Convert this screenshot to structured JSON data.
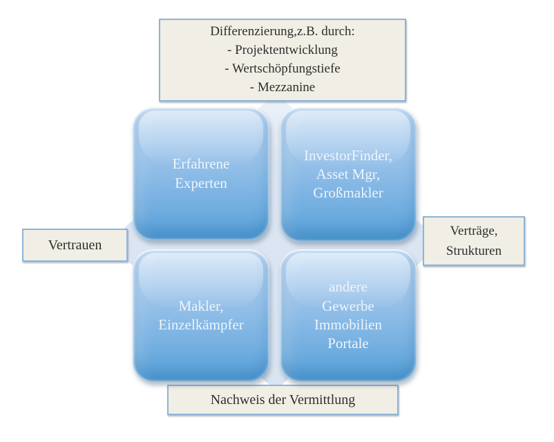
{
  "labels": {
    "top": {
      "lines": [
        "Differenzierung,z.B. durch:",
        "- Projektentwicklung",
        "- Wertschöpfungstiefe",
        "- Mezzanine"
      ]
    },
    "left": {
      "lines": [
        "Vertrauen"
      ]
    },
    "right": {
      "lines": [
        "Verträge,",
        "Strukturen"
      ]
    },
    "bottom": {
      "lines": [
        "Nachweis der Vermittlung"
      ]
    }
  },
  "quadrants": [
    {
      "name": "erfahrene-experten",
      "lines": [
        "Erfahrene",
        "Experten"
      ]
    },
    {
      "name": "investorfinder-asset-mgr-grossmakler",
      "lines": [
        "InvestorFinder,",
        "Asset Mgr,",
        "Großmakler"
      ]
    },
    {
      "name": "makler-einzelkaempfer",
      "lines": [
        "Makler,",
        "Einzelkämpfer"
      ]
    },
    {
      "name": "andere-gewerbe-immobilien-portale",
      "lines": [
        "andere",
        "Gewerbe",
        "Immobilien",
        "Portale"
      ]
    }
  ],
  "colors": {
    "node_gradient_top": "#b6d3f0",
    "node_gradient_bottom": "#55a0d8",
    "node_text": "#eef5fc",
    "diamond_fill": "#dce6f3",
    "label_fill": "#f1eee5",
    "label_border": "#8cb4d8",
    "label_text": "#2e2e2e",
    "background": "#ffffff"
  }
}
